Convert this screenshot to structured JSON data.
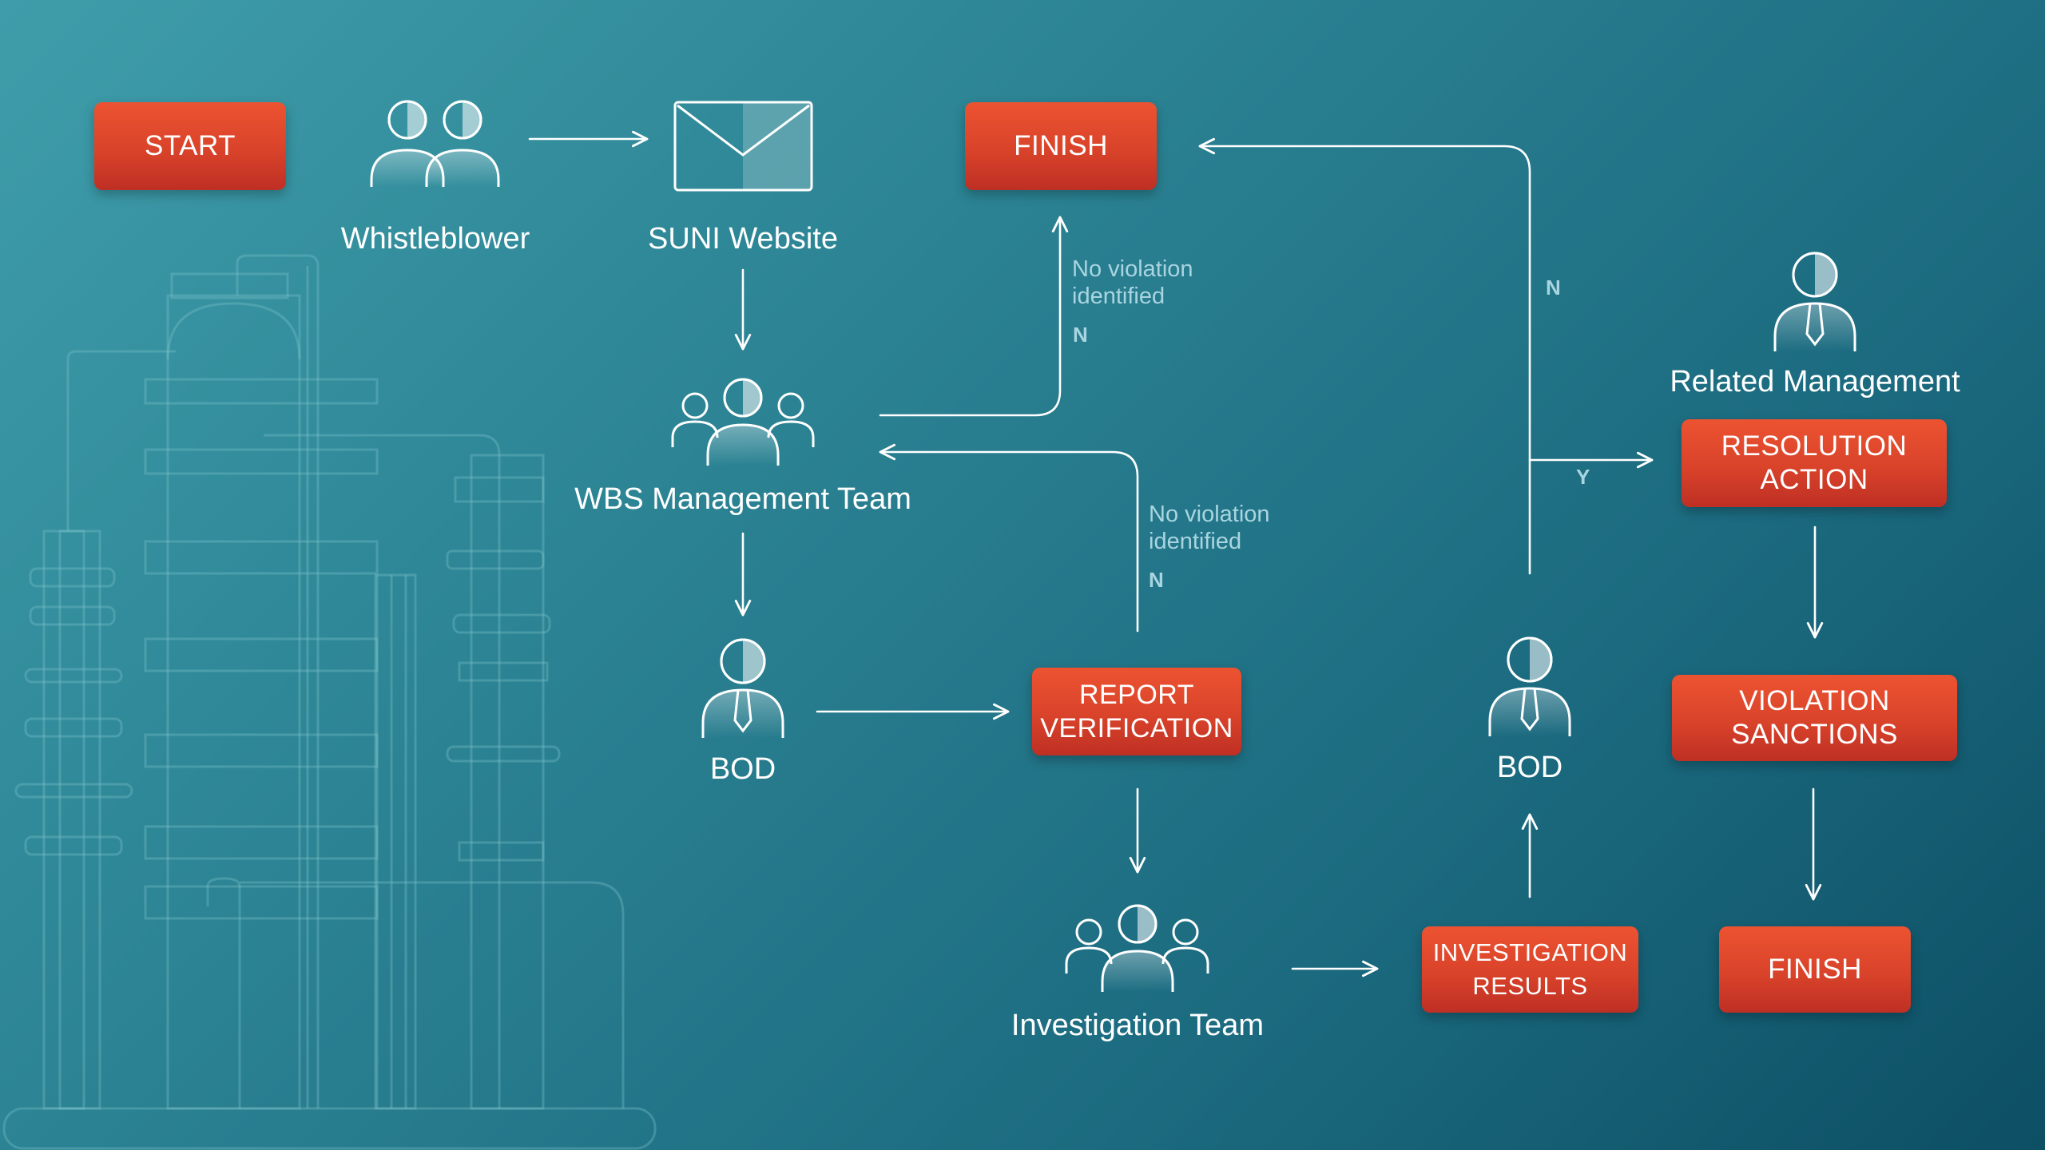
{
  "nodes": {
    "start": "START",
    "finish_top": "FINISH",
    "resolution": [
      "RESOLUTION",
      "ACTION"
    ],
    "report_verification": [
      "REPORT",
      "VERIFICATION"
    ],
    "violation_sanctions": [
      "VIOLATION",
      "SANCTIONS"
    ],
    "investigation_results": [
      "INVESTIGATION",
      "RESULTS"
    ],
    "finish_bottom": "FINISH"
  },
  "actors": {
    "whistleblower": "Whistleblower",
    "suni_website": "SUNI Website",
    "wbs_team": "WBS Management Team",
    "bod_left": "BOD",
    "investigation_team": "Investigation Team",
    "bod_right": "BOD",
    "related_management": "Related Management"
  },
  "edge_notes": {
    "no_violation_top": [
      "No violation",
      "identified"
    ],
    "n_top": "N",
    "no_violation_mid": [
      "No violation",
      "identified"
    ],
    "n_mid": "N",
    "n_bod": "N",
    "y_bod": "Y"
  },
  "colors": {
    "accent_box": "#d9432a",
    "line": "#ffffff",
    "note": "#a9d5e0",
    "background": "#2c8494"
  },
  "icons": [
    "people-pair-icon",
    "envelope-icon",
    "team-icon",
    "executive-icon",
    "refinery-illustration"
  ]
}
